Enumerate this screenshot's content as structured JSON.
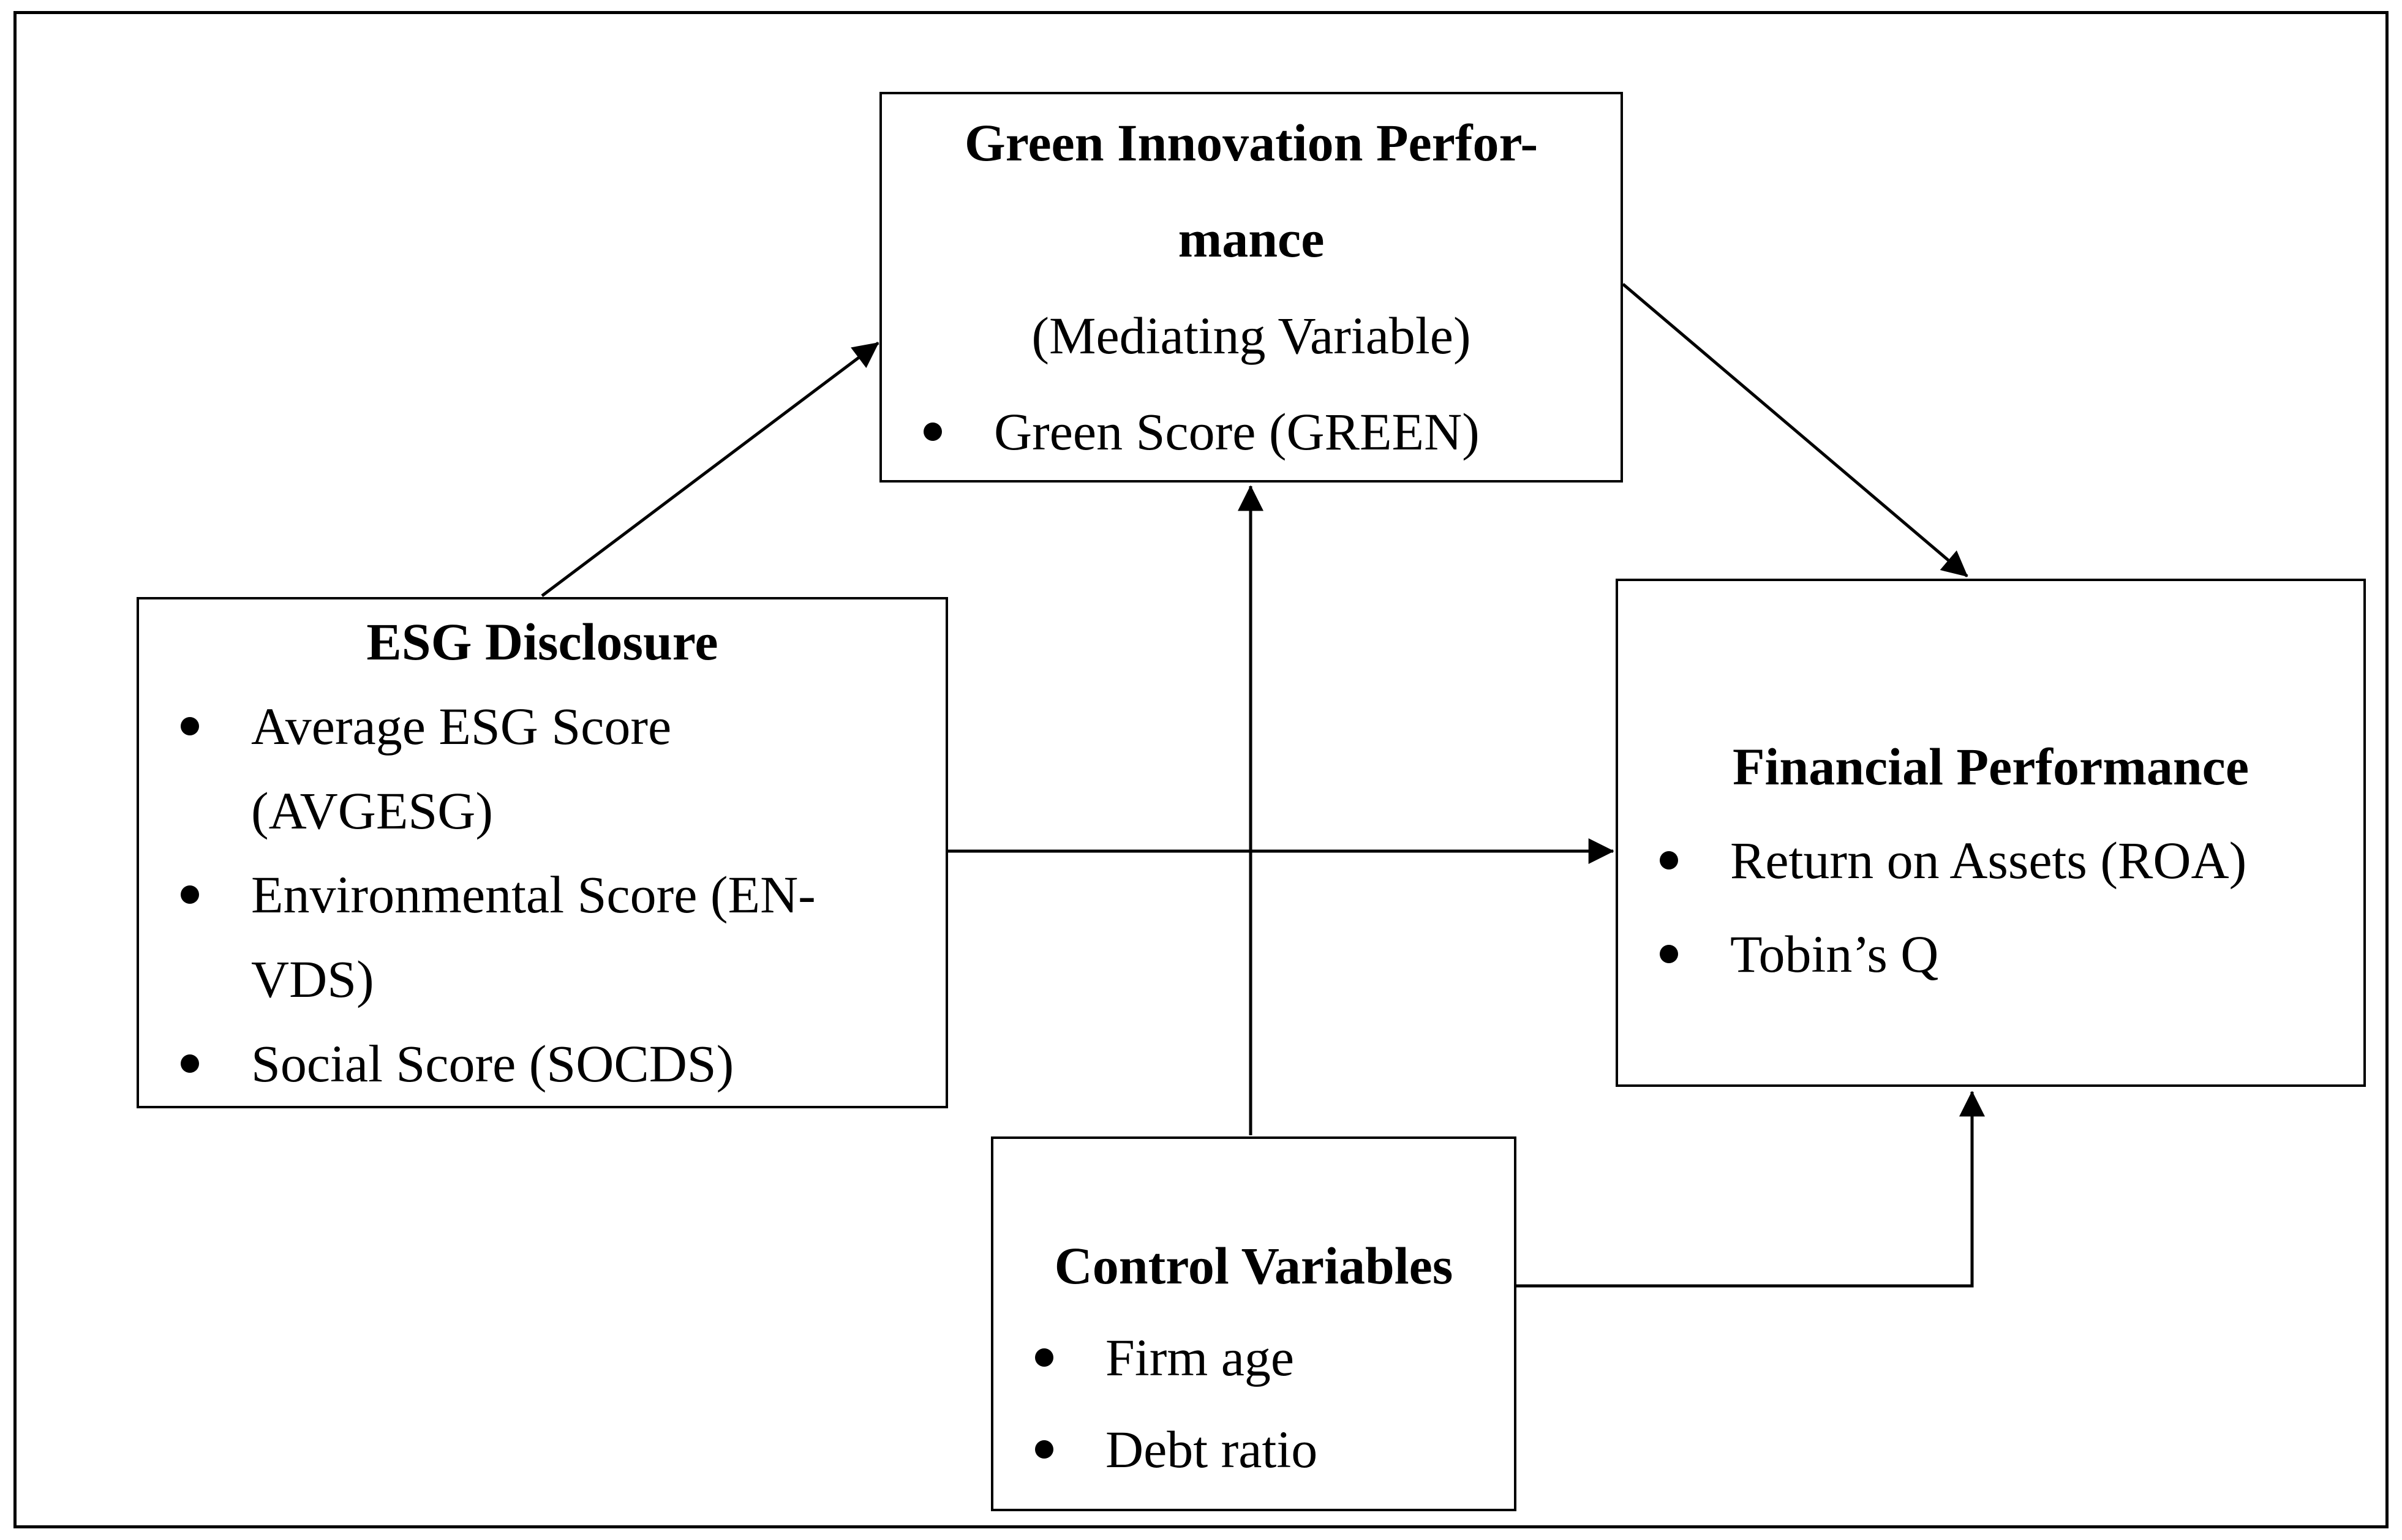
{
  "figure": {
    "boxes": {
      "green_innovation": {
        "title_lines": [
          "Green Innovation Perfor-",
          "mance"
        ],
        "subtitle": "(Mediating Variable)",
        "bullets": [
          {
            "lines": [
              "Green Score (GREEN)"
            ]
          }
        ]
      },
      "esg_disclosure": {
        "title": "ESG Disclosure",
        "bullets": [
          {
            "lines": [
              "Average ESG Score",
              "(AVGESG)"
            ]
          },
          {
            "lines": [
              "Environmental Score (EN-",
              "VDS)"
            ]
          },
          {
            "lines": [
              "Social Score (SOCDS)"
            ]
          }
        ]
      },
      "financial_performance": {
        "title": "Financial Performance",
        "bullets": [
          {
            "lines": [
              "Return on Assets (ROA)"
            ]
          },
          {
            "lines": [
              "Tobin’s Q"
            ]
          }
        ]
      },
      "control_variables": {
        "title": "Control Variables",
        "bullets": [
          {
            "lines": [
              "Firm age"
            ]
          },
          {
            "lines": [
              "Debt ratio"
            ]
          }
        ]
      }
    },
    "edges": [
      {
        "from": "esg-disclosure",
        "to": "green-innovation-performance"
      },
      {
        "from": "green-innovation-performance",
        "to": "financial-performance"
      },
      {
        "from": "esg-disclosure",
        "to": "financial-performance"
      },
      {
        "from": "control-variables",
        "to": "green-innovation-performance"
      },
      {
        "from": "control-variables",
        "to": "financial-performance"
      }
    ],
    "colors": {
      "ink": "#000000",
      "background": "#ffffff"
    }
  }
}
